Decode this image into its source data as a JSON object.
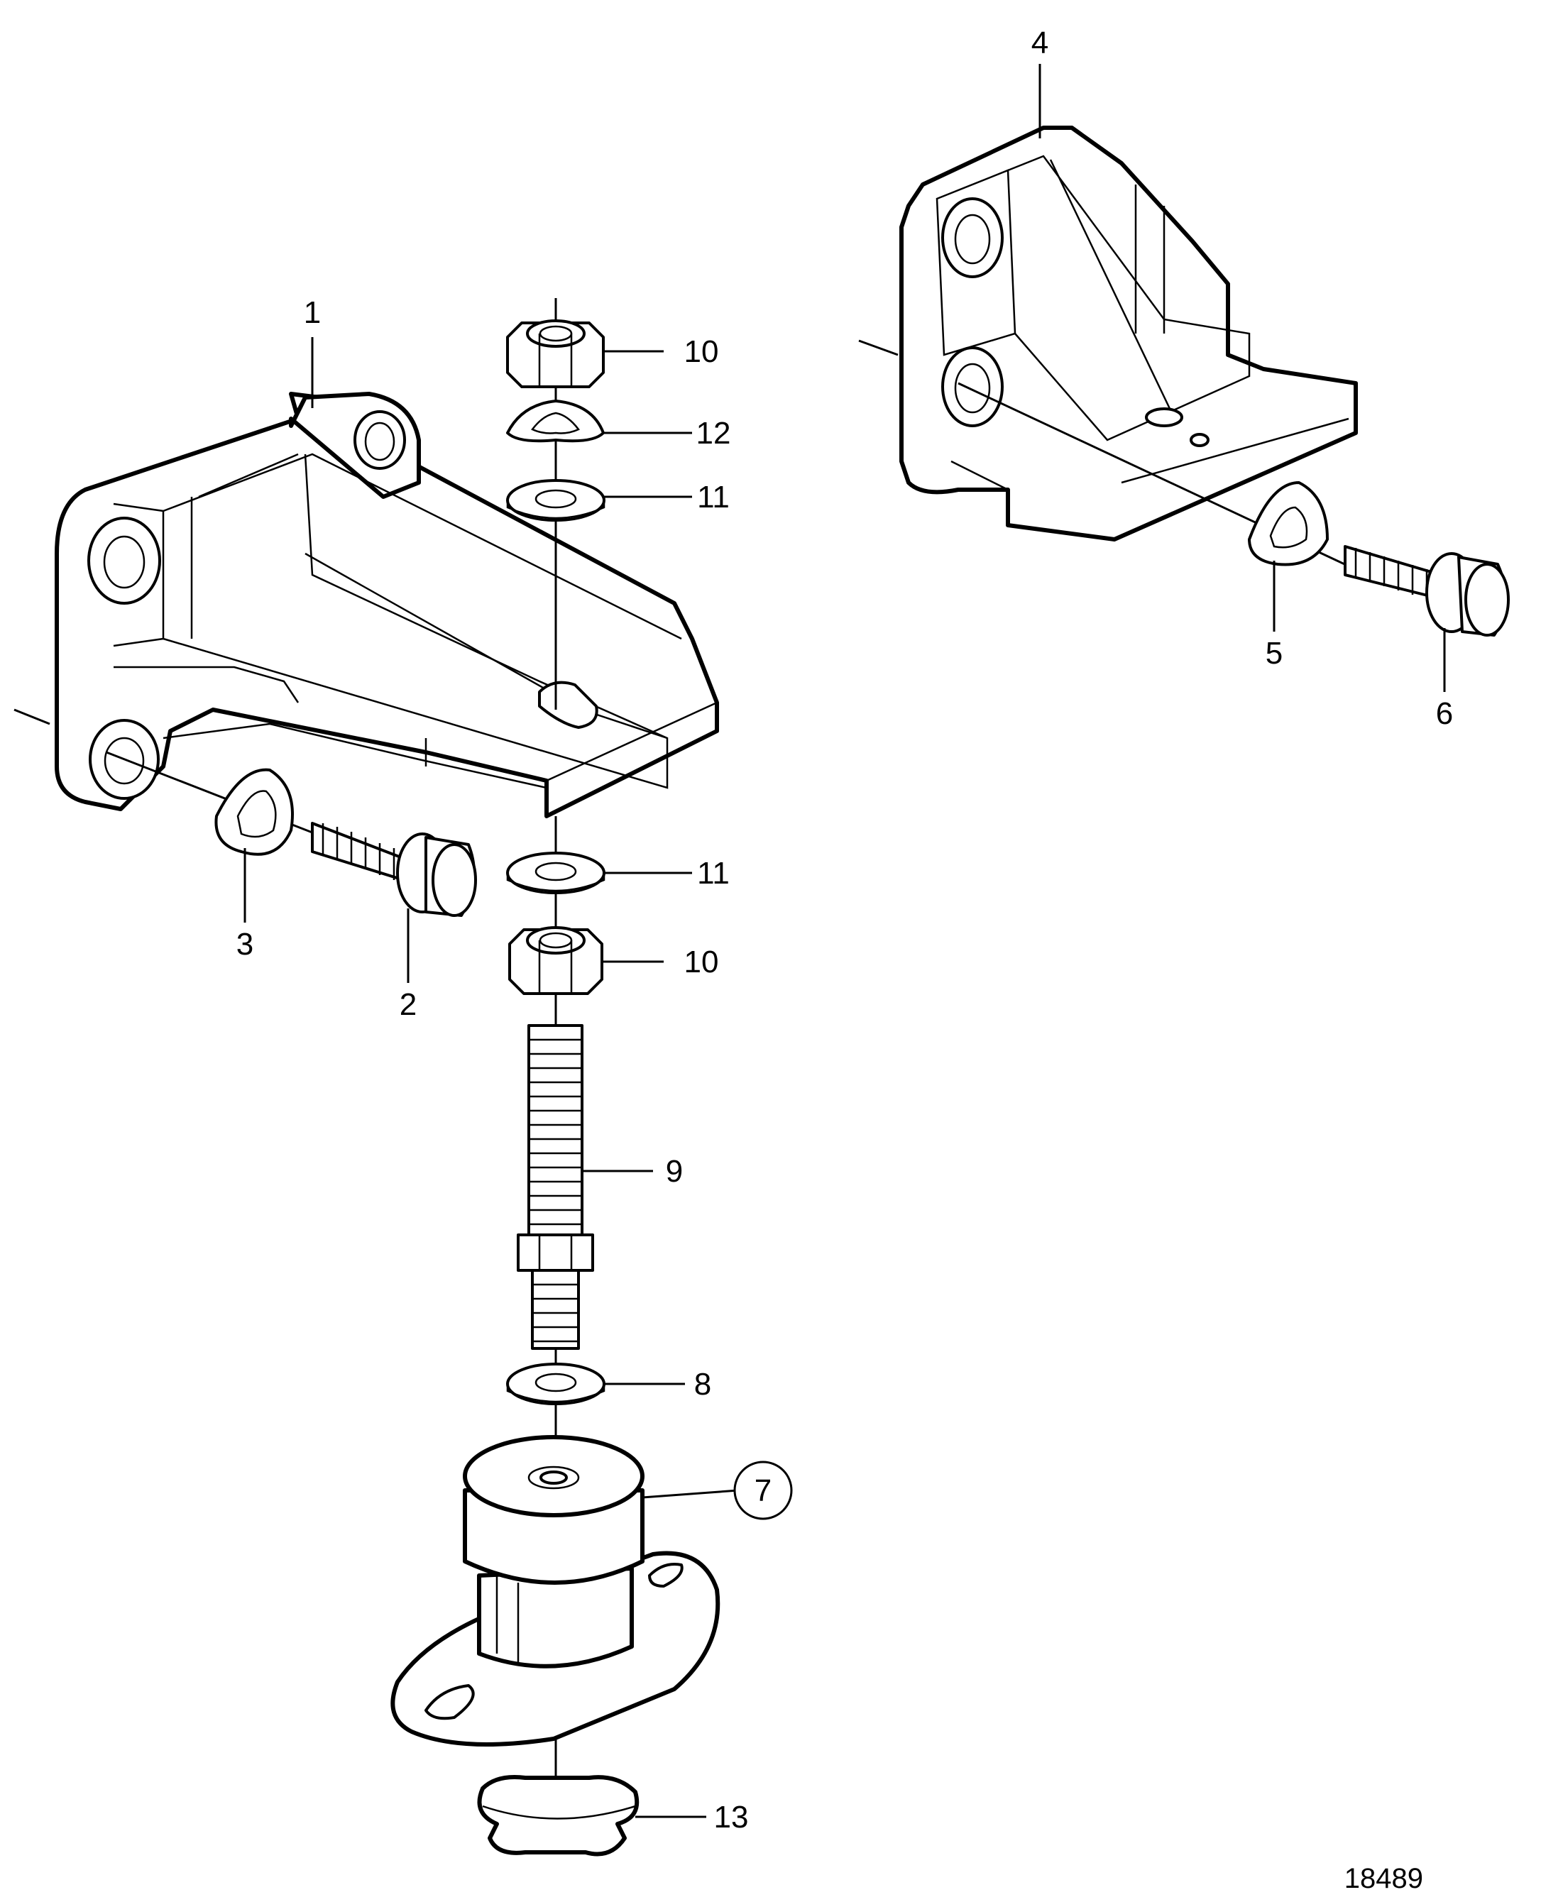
{
  "figure_number": "18489",
  "callouts": [
    {
      "id": "1",
      "label": "1",
      "part": "engine-bracket-front"
    },
    {
      "id": "2",
      "label": "2",
      "part": "flange-bolt"
    },
    {
      "id": "3",
      "label": "3",
      "part": "lock-washer"
    },
    {
      "id": "4",
      "label": "4",
      "part": "engine-bracket-rear"
    },
    {
      "id": "5",
      "label": "5",
      "part": "lock-washer"
    },
    {
      "id": "6",
      "label": "6",
      "part": "flange-bolt"
    },
    {
      "id": "7",
      "label": "7",
      "part": "rubber-mount",
      "circled": true
    },
    {
      "id": "8",
      "label": "8",
      "part": "washer"
    },
    {
      "id": "9",
      "label": "9",
      "part": "stud"
    },
    {
      "id": "10a",
      "label": "10",
      "part": "nut-top"
    },
    {
      "id": "10b",
      "label": "10",
      "part": "nut-lower"
    },
    {
      "id": "11a",
      "label": "11",
      "part": "washer-upper"
    },
    {
      "id": "11b",
      "label": "11",
      "part": "washer-lower"
    },
    {
      "id": "12",
      "label": "12",
      "part": "lock-washer"
    },
    {
      "id": "13",
      "label": "13",
      "part": "cap"
    }
  ]
}
